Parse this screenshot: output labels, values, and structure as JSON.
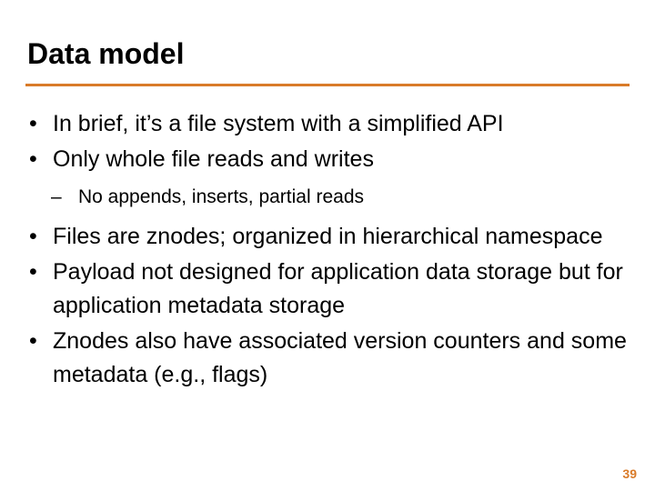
{
  "slide": {
    "title": "Data model",
    "accent_color": "#d97b29",
    "background_color": "#ffffff",
    "text_color": "#000000",
    "page_number": "39",
    "bullets": [
      {
        "level": 1,
        "marker": "•",
        "text": "In brief, it’s a file system with a simplified API"
      },
      {
        "level": 1,
        "marker": "•",
        "text": "Only whole file reads and writes"
      },
      {
        "level": 2,
        "marker": "–",
        "text": "No appends, inserts, partial reads"
      },
      {
        "level": 1,
        "marker": "•",
        "text": "Files are znodes; organized in hierarchical namespace"
      },
      {
        "level": 1,
        "marker": "•",
        "text": "Payload not designed for application data storage but for application metadata storage"
      },
      {
        "level": 1,
        "marker": "•",
        "text": "Znodes also have associated version counters and some metadata (e.g., flags)"
      }
    ]
  }
}
